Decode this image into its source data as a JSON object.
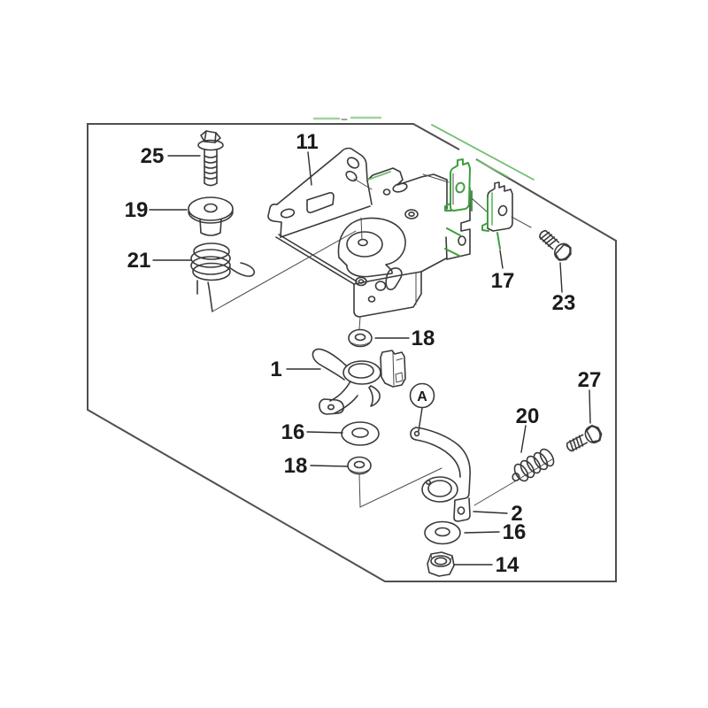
{
  "diagram": {
    "type": "exploded-parts-diagram",
    "background": "#ffffff",
    "line_color": "#3a3a3a",
    "border_color": "#4f4f4f",
    "highlight_color": "#3f9e3f",
    "highlight_light_color": "#9fd49f",
    "callouts": [
      {
        "id": "callout-25",
        "label": "25"
      },
      {
        "id": "callout-19",
        "label": "19"
      },
      {
        "id": "callout-21",
        "label": "21"
      },
      {
        "id": "callout-11",
        "label": "11"
      },
      {
        "id": "callout-17",
        "label": "17"
      },
      {
        "id": "callout-23",
        "label": "23"
      },
      {
        "id": "callout-18-upper",
        "label": "18"
      },
      {
        "id": "callout-1",
        "label": "1"
      },
      {
        "id": "callout-16-upper",
        "label": "16"
      },
      {
        "id": "callout-18-lower",
        "label": "18"
      },
      {
        "id": "callout-20",
        "label": "20"
      },
      {
        "id": "callout-27",
        "label": "27"
      },
      {
        "id": "callout-2",
        "label": "2"
      },
      {
        "id": "callout-16-lower",
        "label": "16"
      },
      {
        "id": "callout-14",
        "label": "14"
      }
    ],
    "detail_marker": {
      "label": "A"
    }
  }
}
